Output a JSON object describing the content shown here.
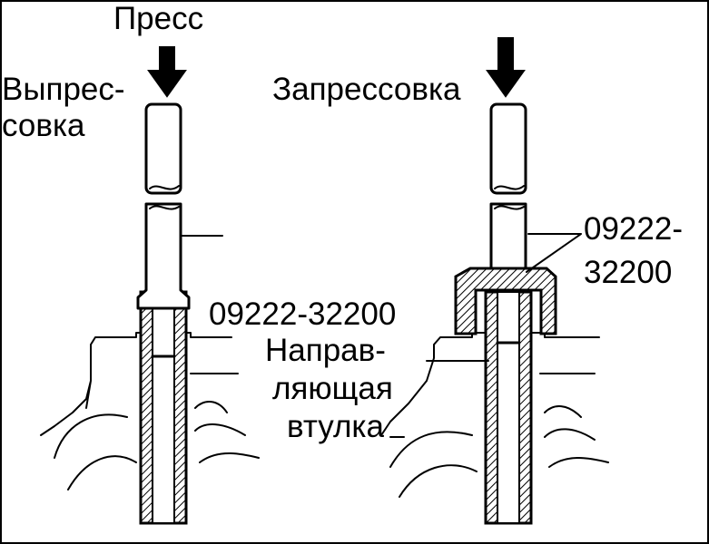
{
  "labels": {
    "press": "Пресс",
    "pressing_out_line1": "Выпрес-",
    "pressing_out_line2": "совка",
    "pressing_in": "Запрессовка",
    "tool_left": "09222-32200",
    "tool_right_line1": "09222-",
    "tool_right_line2": "32200",
    "guide_line1": "Направ-",
    "guide_line2": "ляющая",
    "guide_line3": "втулка"
  }
}
